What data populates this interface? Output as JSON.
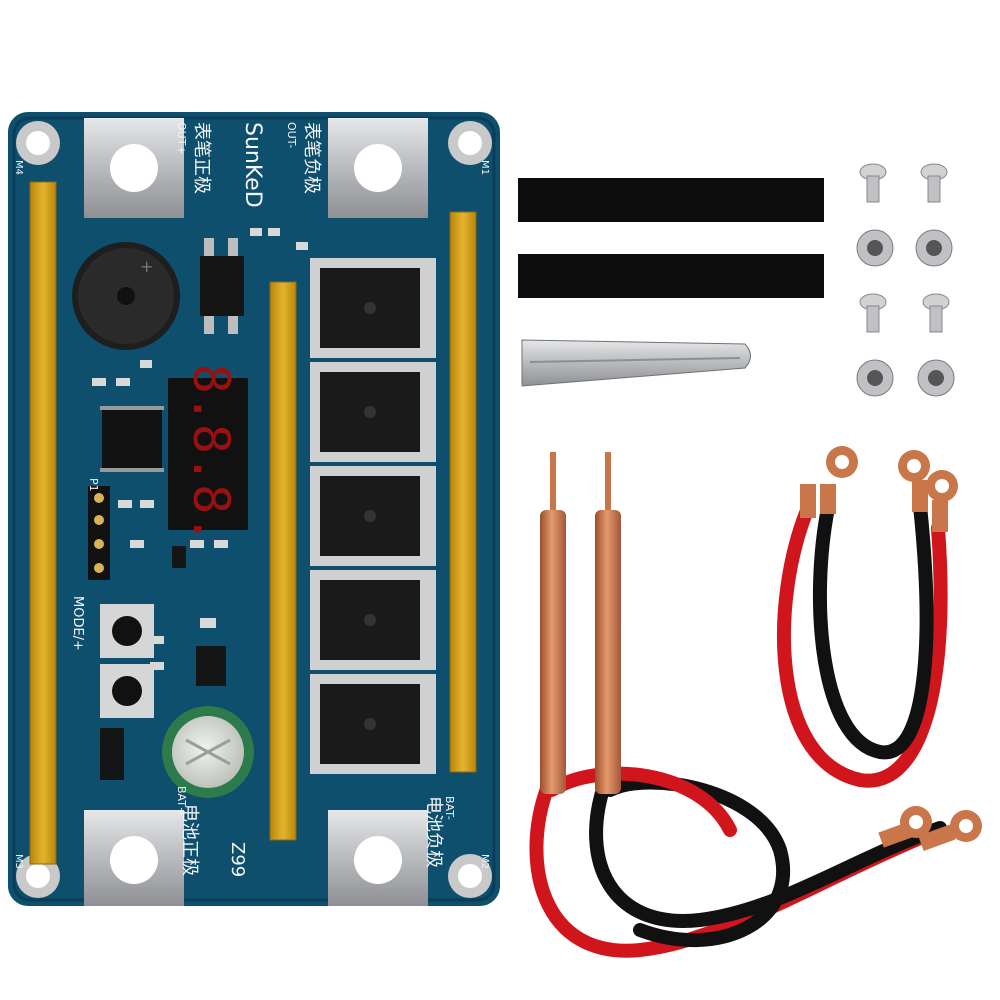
{
  "board": {
    "brand": "SunKeD",
    "model": "Z99",
    "pen_negative_cn": "表笔负极",
    "pen_negative_en": "OUT-",
    "pen_positive_cn": "表笔正极",
    "pen_positive_en": "OUT+",
    "battery_negative_cn": "电池负极",
    "battery_negative_en": "BAT-",
    "battery_positive_cn": "电池正极",
    "battery_positive_en": "BAT+",
    "mode_label": "MODE/+",
    "header_label": "P1",
    "hole_m1": "M1",
    "hole_m2": "M2",
    "hole_m3": "M3",
    "hole_m4": "M4",
    "display_digits": "8.8.8."
  },
  "colors": {
    "pcb": "#0e4f6e",
    "pcb_dark": "#0a3d57",
    "gold_bar": "#d6a312",
    "mosfet": "#1a1a1a",
    "display_red": "#d81b1b",
    "copper": "#c8764a",
    "wire_red": "#d0161c",
    "wire_black": "#111111",
    "tape": "#0d0d0d",
    "steel": "#bfc1c4"
  },
  "accessories": {
    "tape_strips": 2,
    "screws": 4,
    "nuts": 4,
    "spring_clips": 1,
    "welding_pens": 2,
    "cable_pairs": 2
  }
}
